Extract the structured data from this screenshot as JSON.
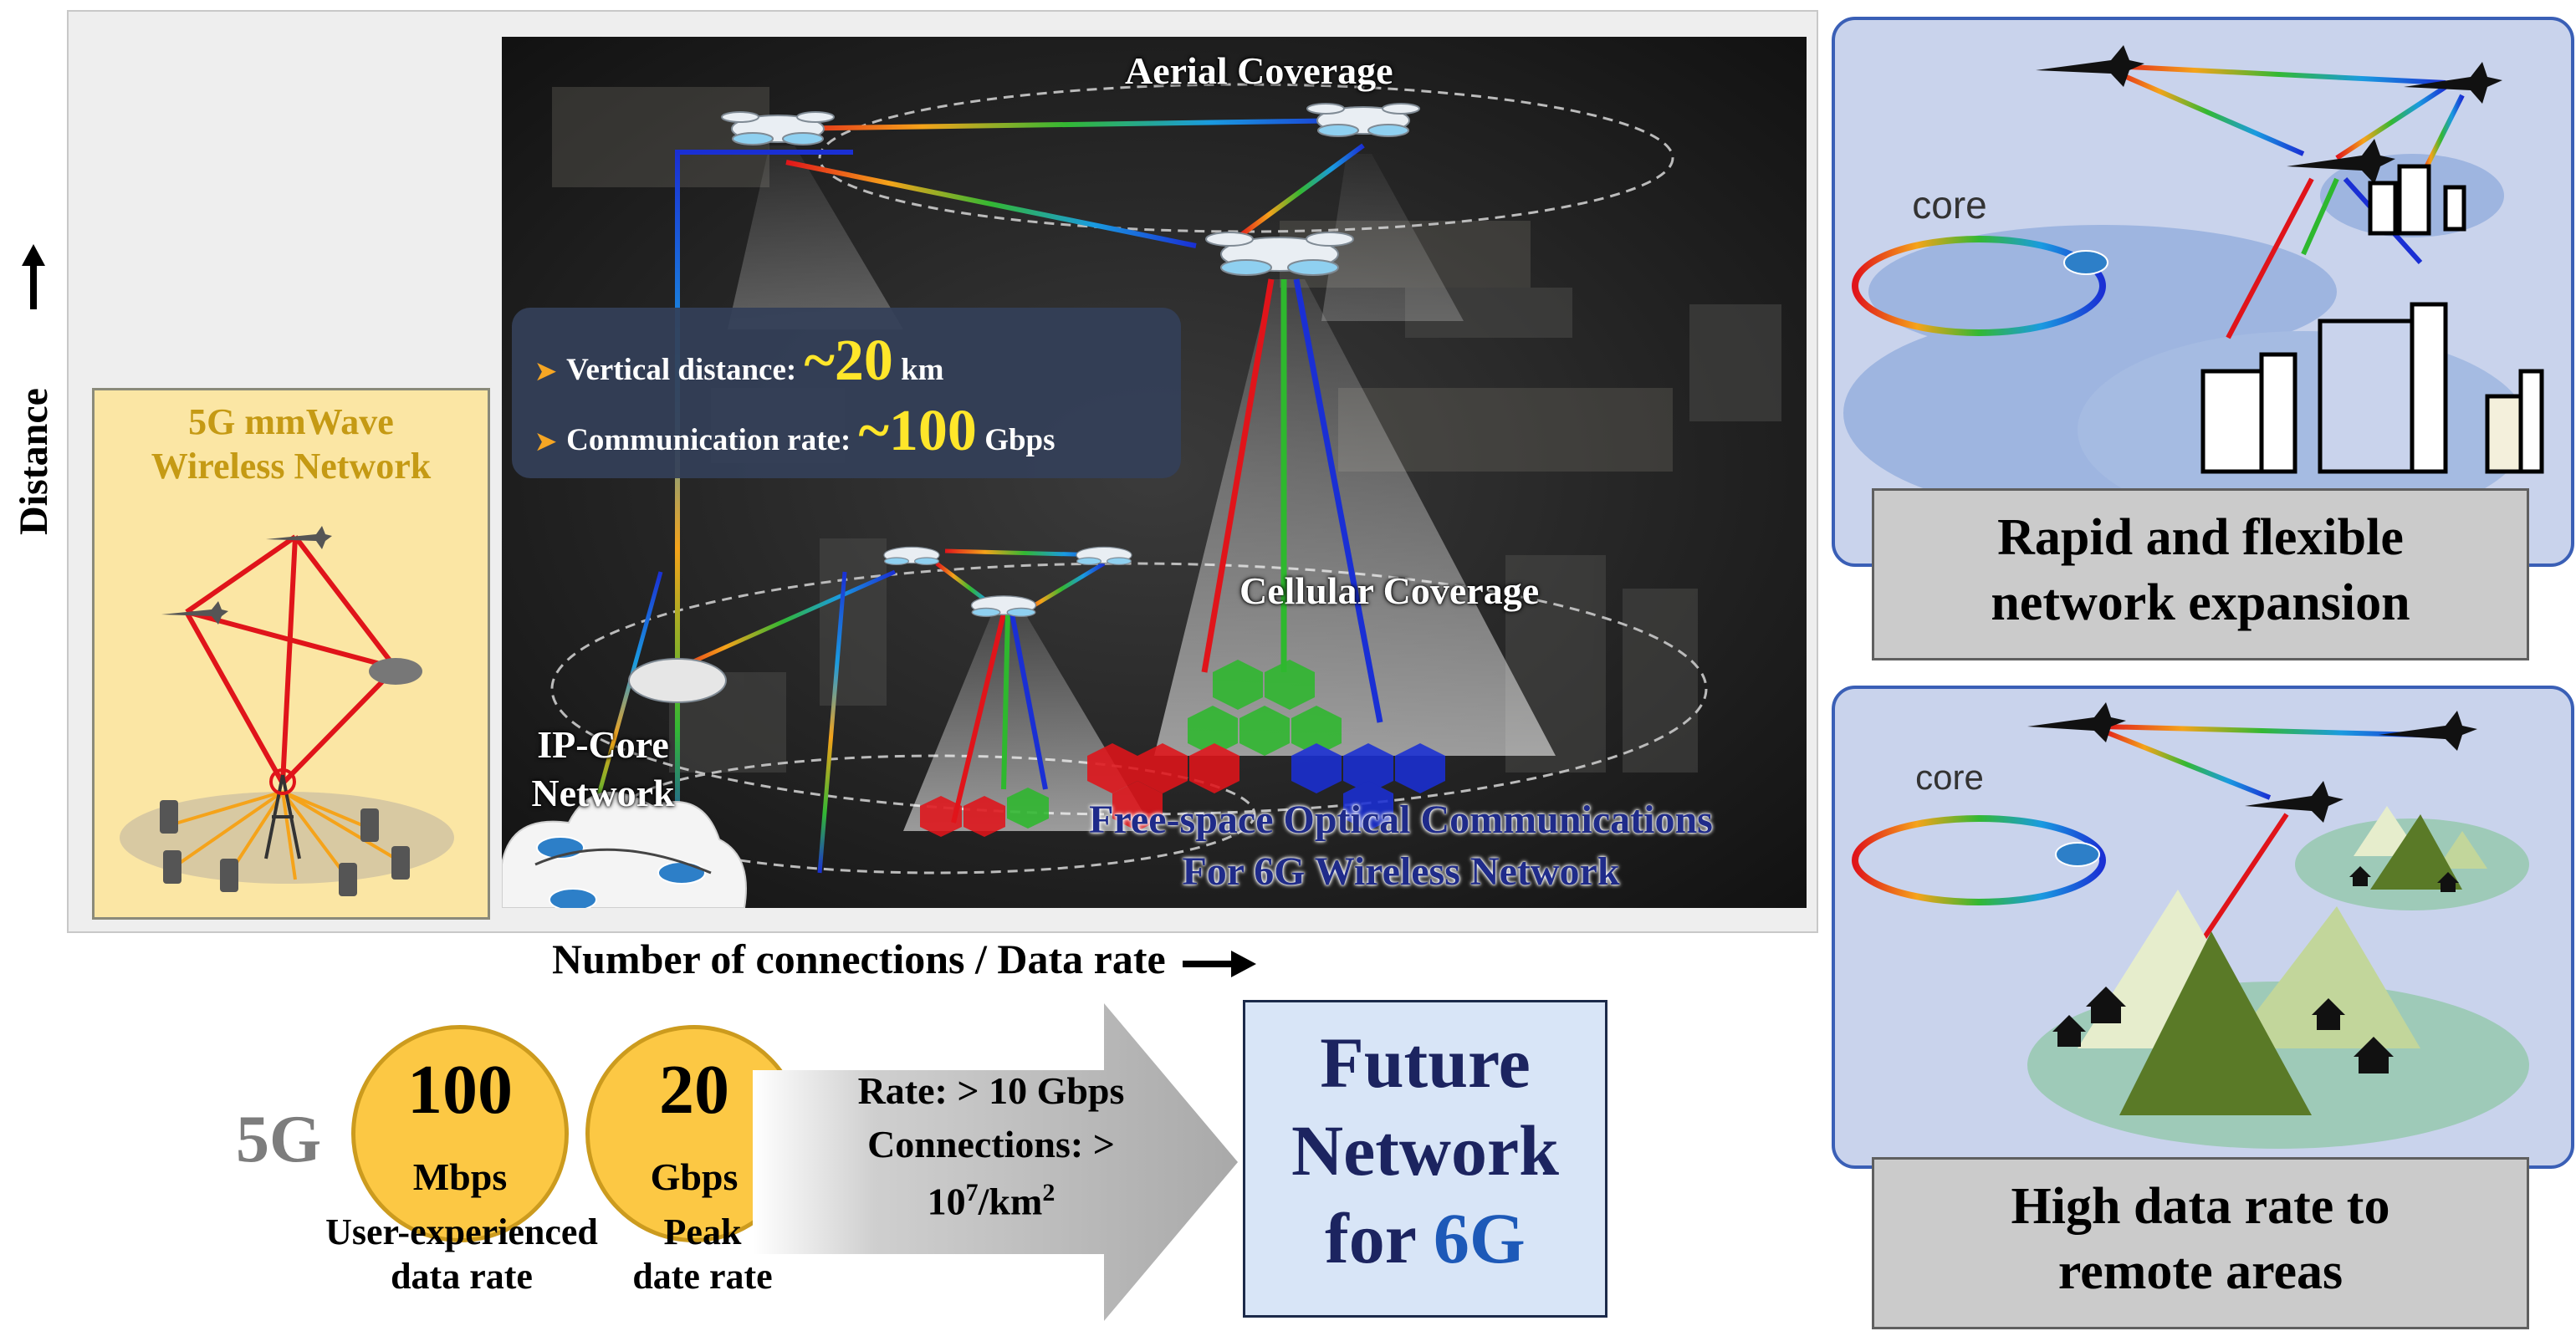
{
  "axes": {
    "y_label": "Distance",
    "x_label": "Number of connections / Data rate"
  },
  "mmwave": {
    "title_line1": "5G mmWave",
    "title_line2": "Wireless Network"
  },
  "scene": {
    "aerial_coverage": "Aerial Coverage",
    "cellular_coverage": "Cellular Coverage",
    "ip_core_line1": "IP-Core",
    "ip_core_line2": "Network",
    "fso_line1": "Free-space Optical Communications",
    "fso_line2": "For 6G Wireless Network"
  },
  "info": {
    "vertical_label": "Vertical distance: ",
    "vertical_value": "~20",
    "vertical_unit": " km",
    "rate_label": "Communication rate: ",
    "rate_value": "~100",
    "rate_unit": " Gbps"
  },
  "fiveg": {
    "label": "5G",
    "user_rate": {
      "value": "100",
      "unit": "Mbps",
      "caption_line1": "User-experienced",
      "caption_line2": "data rate"
    },
    "peak_rate": {
      "value": "20",
      "unit": "Gbps",
      "caption_line1": "Peak",
      "caption_line2": "date rate"
    }
  },
  "sixg_arrow": {
    "rate": "Rate: > 10 Gbps",
    "connections": "Connections: >",
    "density_base": "10",
    "density_exp": "7",
    "density_unit": "/km",
    "density_unit_exp": "2"
  },
  "future": {
    "line1": "Future",
    "line2": "Network",
    "line3_prefix": "for ",
    "line3_accent": "6G"
  },
  "panel_top": {
    "core_label": "core",
    "caption_line1": "Rapid and flexible",
    "caption_line2": "network expansion"
  },
  "panel_bottom": {
    "core_label": "core",
    "caption_line1": "High data rate to",
    "caption_line2": "remote areas"
  },
  "colors": {
    "optical_red": "#e0141a",
    "optical_green": "#2eb82e",
    "optical_blue": "#1a2fd4",
    "coin_fill": "#fcc844",
    "future_text": "#1c2460",
    "accent_6g": "#1d59b8",
    "panel_fill": "#c9d3ec",
    "panel_border": "#3a5fb6"
  }
}
